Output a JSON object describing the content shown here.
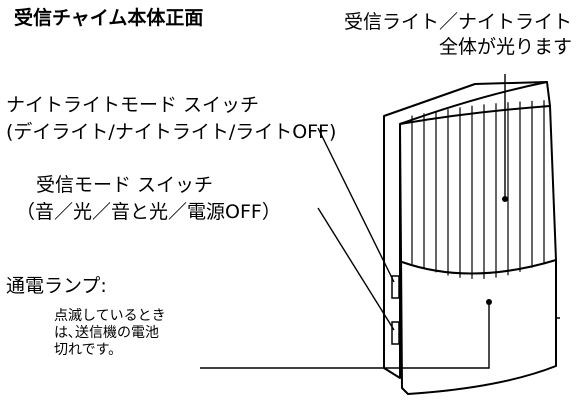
{
  "title": "受信チャイム本体正面",
  "callouts": {
    "light": {
      "line1": "受信ライト／ナイトライト",
      "line2": "全体が光ります"
    },
    "night_mode_switch": {
      "line1": "ナイトライトモード スイッチ",
      "line2": "(デイライト/ナイトライト/ライトOFF)"
    },
    "receive_mode_switch": {
      "line1": "受信モード スイッチ",
      "line2": "（音／光／音と光／電源OFF）"
    },
    "power_lamp": {
      "label": "通電ランプ:",
      "note_line1": "点滅しているとき",
      "note_line2": "は､送信機の電池",
      "note_line3": "切れです。"
    }
  },
  "colors": {
    "stroke": "#000000",
    "background": "#ffffff"
  }
}
